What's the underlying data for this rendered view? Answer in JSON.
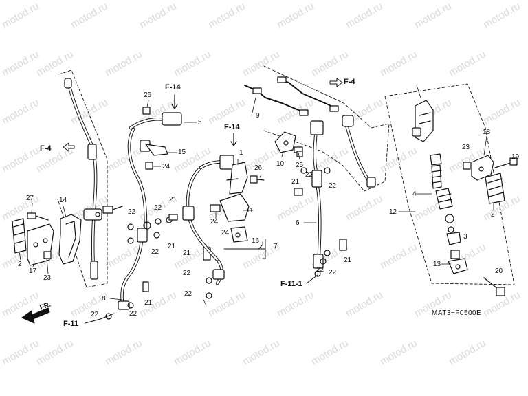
{
  "watermark": "motod.ru",
  "diagram_code": "MAT3−F0500E",
  "front_marker": "FR.",
  "references": {
    "f4_left": "F-4",
    "f4_right": "F-4",
    "f14_top": "F-14",
    "f14_mid": "F-14",
    "f11": "F-11",
    "f11_1": "F-11-1"
  },
  "callouts": {
    "p27": "27",
    "p14": "14",
    "p2_left": "2",
    "p17": "17",
    "p23_left": "23",
    "p26": "26",
    "p5": "5",
    "p15": "15",
    "p24_top": "24",
    "p22_a": "22",
    "p22_b": "22",
    "p21_a": "21",
    "p22_c": "22",
    "p21_b": "21",
    "p8": "8",
    "p22_d": "22",
    "p22_e": "22",
    "p21_c": "21",
    "p9": "9",
    "p1": "1",
    "p26_mid": "26",
    "p11": "11",
    "p24_mid": "24",
    "p16": "16",
    "p7": "7",
    "p21_d": "21",
    "p22_f": "22",
    "p22_g": "22",
    "p10": "10",
    "p25": "25",
    "p21_e": "21",
    "p22_h": "22",
    "p22_i": "22",
    "p6": "6",
    "p22_j": "22",
    "p22_k": "22",
    "p21_f": "21",
    "p23_right": "23",
    "p18": "18",
    "p19": "19",
    "p4": "4",
    "p2_right": "2",
    "p12": "12",
    "p3": "3",
    "p13": "13",
    "p20": "20"
  }
}
